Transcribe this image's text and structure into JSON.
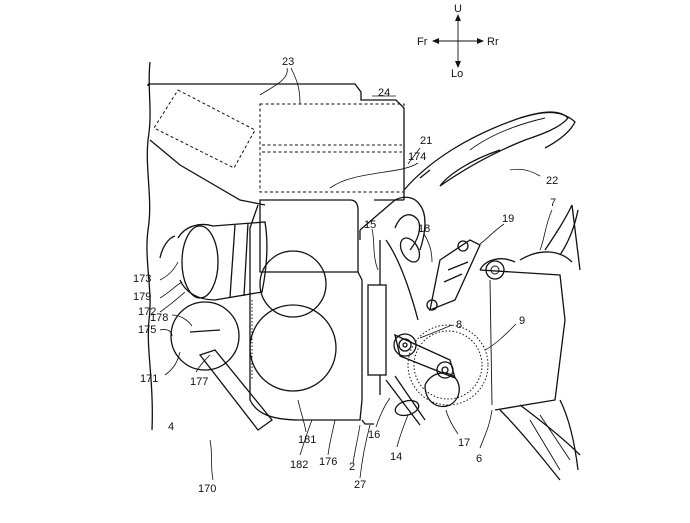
{
  "compass": {
    "up": "U",
    "down": "Lo",
    "front": "Fr",
    "rear": "Rr"
  },
  "labels": {
    "l23": "23",
    "l24": "24",
    "l21": "21",
    "l22": "22",
    "l174": "174",
    "l15": "15",
    "l18": "18",
    "l19": "19",
    "l7": "7",
    "l8": "8",
    "l9": "9",
    "l173": "173",
    "l179": "179",
    "l172": "172",
    "l178": "178",
    "l175": "175",
    "l171": "171",
    "l177": "177",
    "l4": "4",
    "l181": "181",
    "l182": "182",
    "l176": "176",
    "l2": "2",
    "l27": "27",
    "l16": "16",
    "l14": "14",
    "l17": "17",
    "l6": "6",
    "l170": "170"
  }
}
